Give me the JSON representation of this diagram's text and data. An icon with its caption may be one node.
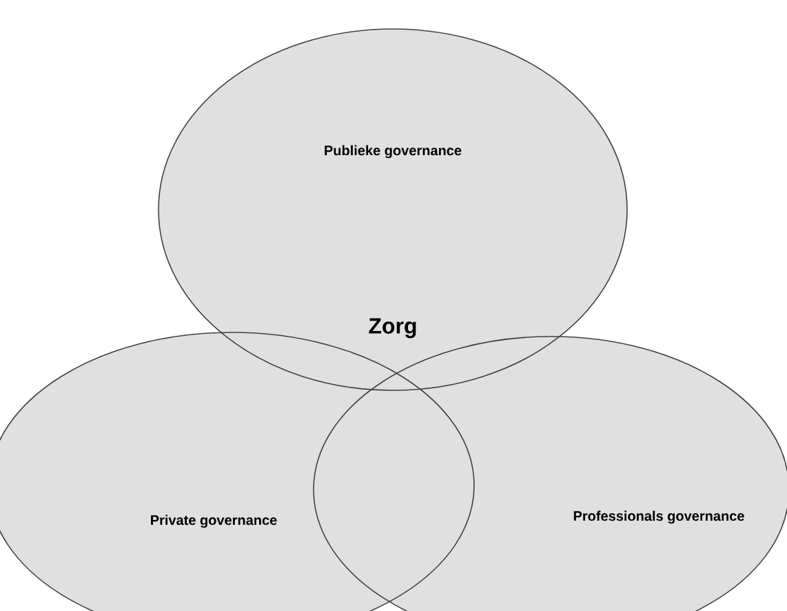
{
  "diagram": {
    "nodes": [
      {
        "text": [
          "Publieke governance"
        ]
      },
      {
        "text": [
          "Private governance"
        ]
      },
      {
        "text": [
          "Professionals governance"
        ]
      }
    ],
    "labels": [
      "Zorg"
    ]
  }
}
